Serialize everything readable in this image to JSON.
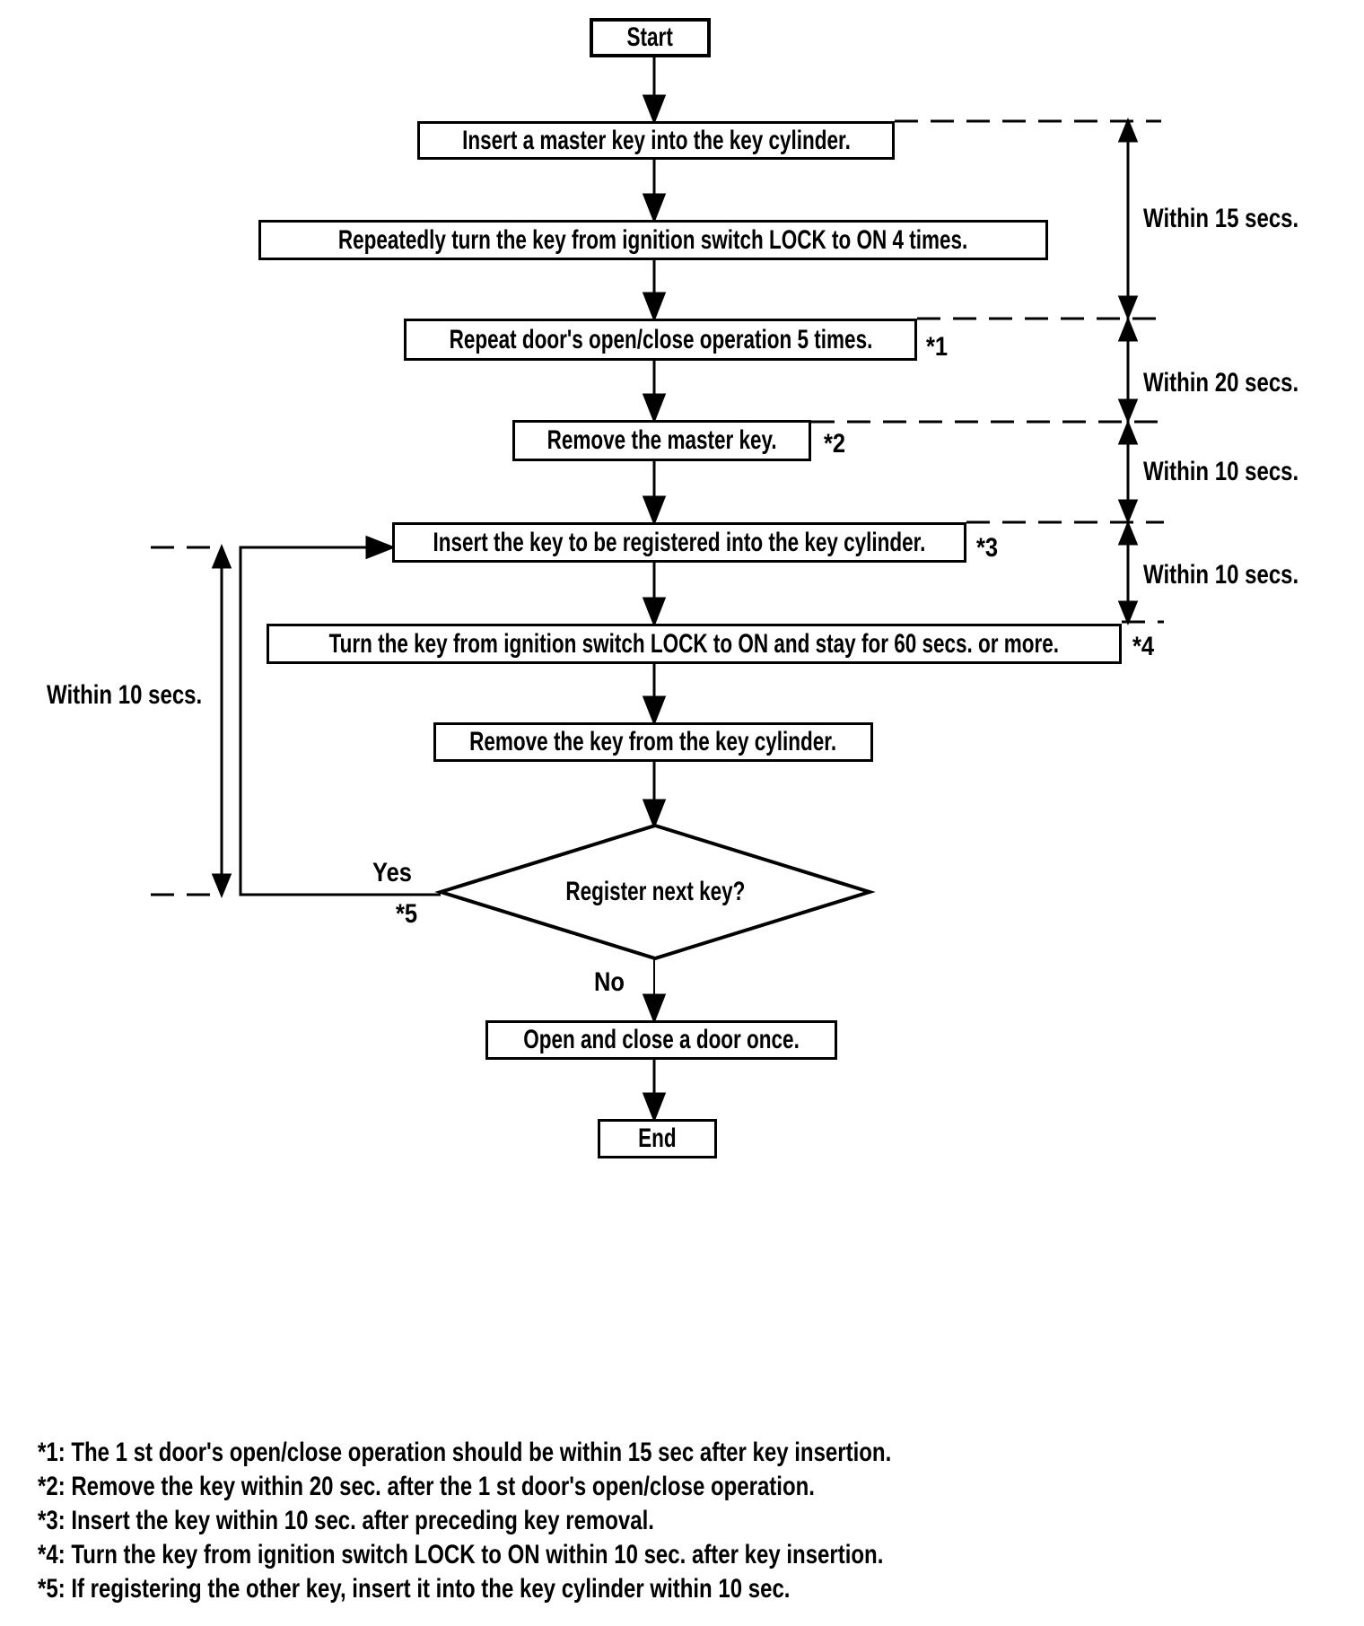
{
  "page": {
    "background": "#ffffff",
    "ink": "#000000"
  },
  "flowchart": {
    "nodes": [
      {
        "id": "start",
        "type": "terminal",
        "label": "Start"
      },
      {
        "id": "insert-master-key",
        "type": "process",
        "label": "Insert a master key into the key cylinder."
      },
      {
        "id": "turn-key-4-times",
        "type": "process",
        "label": "Repeatedly turn the key from ignition switch LOCK to ON 4 times."
      },
      {
        "id": "door-open-close-5-times",
        "type": "process",
        "label": "Repeat door's open/close operation 5 times.",
        "note_ref": "*1"
      },
      {
        "id": "remove-master-key",
        "type": "process",
        "label": "Remove the master key.",
        "note_ref": "*2"
      },
      {
        "id": "insert-key-to-register",
        "type": "process",
        "label": "Insert the key to be registered into the key cylinder.",
        "note_ref": "*3"
      },
      {
        "id": "turn-key-stay-60",
        "type": "process",
        "label": "Turn the key from ignition switch LOCK to ON and stay for 60 secs. or more.",
        "note_ref": "*4"
      },
      {
        "id": "remove-key",
        "type": "process",
        "label": "Remove the key from the key cylinder."
      },
      {
        "id": "register-next-key",
        "type": "decision",
        "label": "Register next key?"
      },
      {
        "id": "open-close-door-once",
        "type": "process",
        "label": "Open and close a door once."
      },
      {
        "id": "end",
        "type": "terminal",
        "label": "End"
      }
    ],
    "branches": {
      "yes_label": "Yes",
      "yes_note_ref": "*5",
      "no_label": "No"
    },
    "timing_constraints": {
      "right": [
        "Within 15 secs.",
        "Within 20 secs.",
        "Within 10 secs.",
        "Within 10 secs."
      ],
      "left": "Within 10 secs."
    },
    "footnotes": [
      "*1: The 1 st door's open/close operation should be within 15 sec after key insertion.",
      "*2: Remove the key within 20 sec. after the 1 st door's open/close operation.",
      "*3: Insert the key within 10 sec. after preceding key removal.",
      "*4: Turn the key from ignition switch LOCK to ON within 10 sec. after key insertion.",
      "*5: If registering the other key, insert it into the key cylinder within 10 sec."
    ]
  }
}
